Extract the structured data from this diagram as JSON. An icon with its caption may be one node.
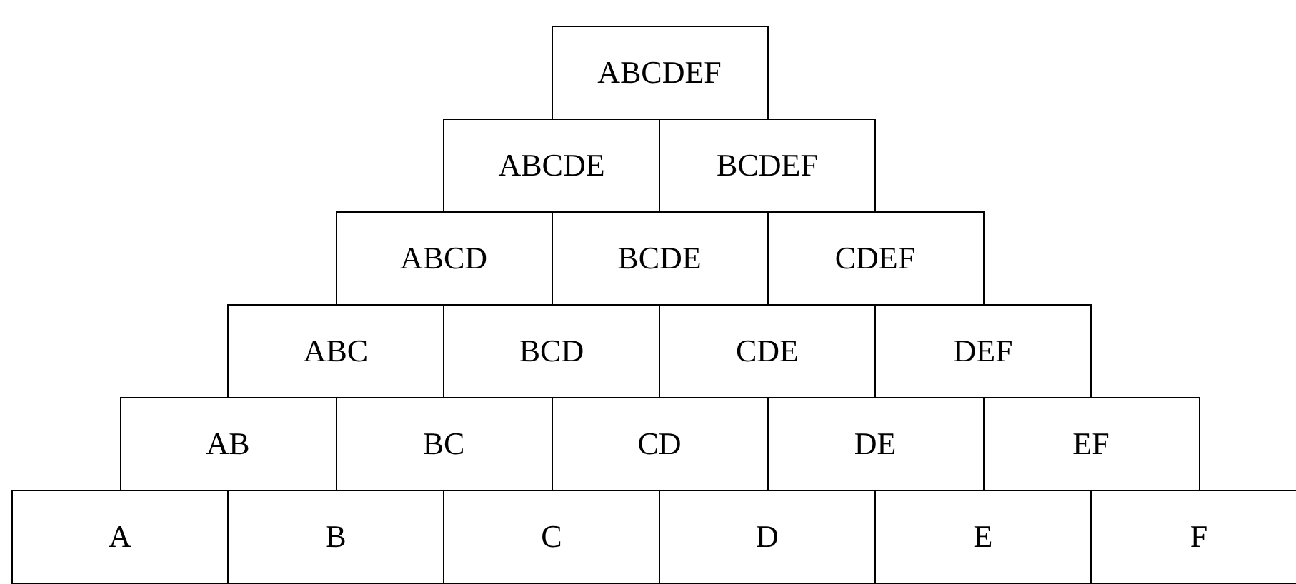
{
  "diagram": {
    "nodes": [
      {
        "text": [
          "ABCDEF"
        ]
      },
      {
        "text": [
          "ABCDE"
        ]
      },
      {
        "text": [
          "BCDEF"
        ]
      },
      {
        "text": [
          "ABCD"
        ]
      },
      {
        "text": [
          "BCDE"
        ]
      },
      {
        "text": [
          "CDEF"
        ]
      },
      {
        "text": [
          "ABC"
        ]
      },
      {
        "text": [
          "BCD"
        ]
      },
      {
        "text": [
          "CDE"
        ]
      },
      {
        "text": [
          "DEF"
        ]
      },
      {
        "text": [
          "AB"
        ]
      },
      {
        "text": [
          "BC"
        ]
      },
      {
        "text": [
          "CD"
        ]
      },
      {
        "text": [
          "DE"
        ]
      },
      {
        "text": [
          "EF"
        ]
      },
      {
        "text": [
          "A"
        ]
      },
      {
        "text": [
          "B"
        ]
      },
      {
        "text": [
          "C"
        ]
      },
      {
        "text": [
          "D"
        ]
      },
      {
        "text": [
          "E"
        ]
      },
      {
        "text": [
          "F"
        ]
      }
    ]
  }
}
